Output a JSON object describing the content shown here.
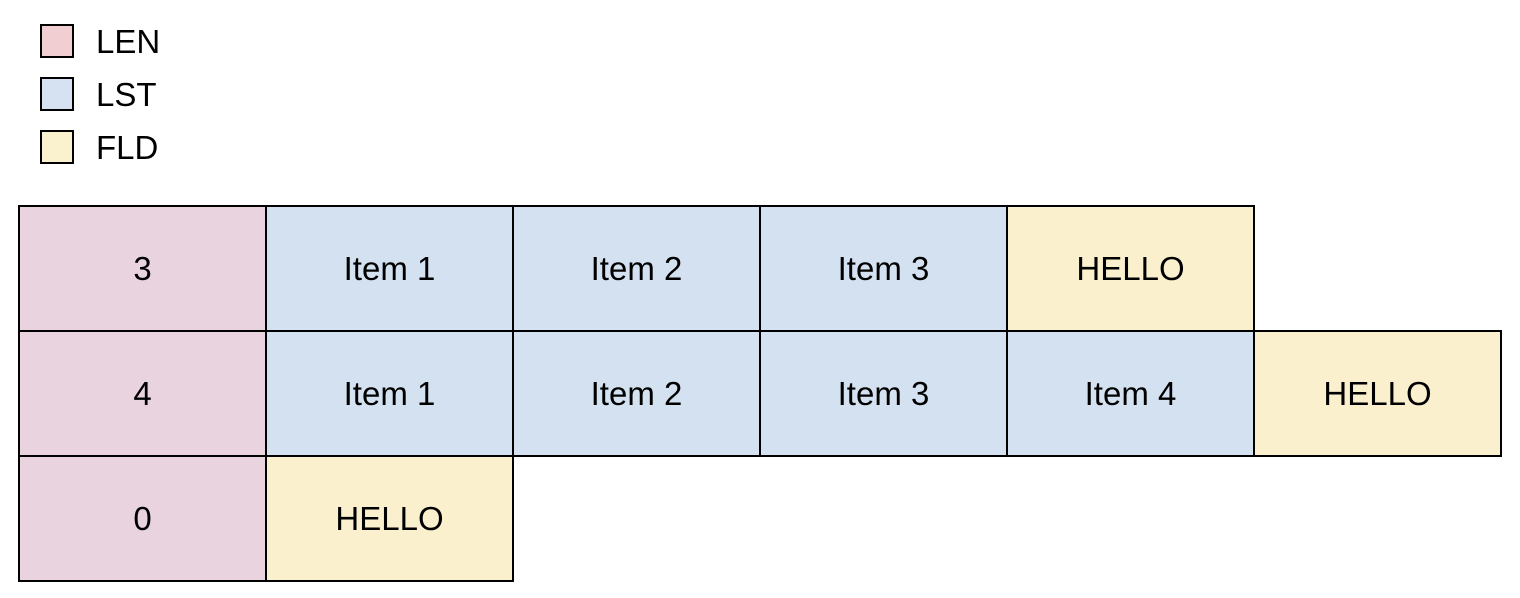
{
  "legend": {
    "items": [
      {
        "id": "len",
        "label": "LEN",
        "swatch_color": "#f0ced2"
      },
      {
        "id": "lst",
        "label": "LST",
        "swatch_color": "#d6e2f1"
      },
      {
        "id": "fld",
        "label": "FLD",
        "swatch_color": "#faf1ce"
      }
    ]
  },
  "colors": {
    "len_cell": "#e8d3df",
    "lst_cell": "#d4e1f0",
    "fld_cell": "#faf0cd",
    "border": "#000000",
    "background": "#ffffff",
    "text": "#000000"
  },
  "records": {
    "rows": [
      {
        "length": "3",
        "cells": [
          {
            "type": "len",
            "text": "3"
          },
          {
            "type": "lst",
            "text": "Item 1"
          },
          {
            "type": "lst",
            "text": "Item 2"
          },
          {
            "type": "lst",
            "text": "Item 3"
          },
          {
            "type": "fld",
            "text": "HELLO"
          }
        ]
      },
      {
        "length": "4",
        "cells": [
          {
            "type": "len",
            "text": "4"
          },
          {
            "type": "lst",
            "text": "Item 1"
          },
          {
            "type": "lst",
            "text": "Item 2"
          },
          {
            "type": "lst",
            "text": "Item 3"
          },
          {
            "type": "lst",
            "text": "Item 4"
          },
          {
            "type": "fld",
            "text": "HELLO"
          }
        ]
      },
      {
        "length": "0",
        "cells": [
          {
            "type": "len",
            "text": "0"
          },
          {
            "type": "fld",
            "text": "HELLO"
          }
        ]
      }
    ]
  }
}
